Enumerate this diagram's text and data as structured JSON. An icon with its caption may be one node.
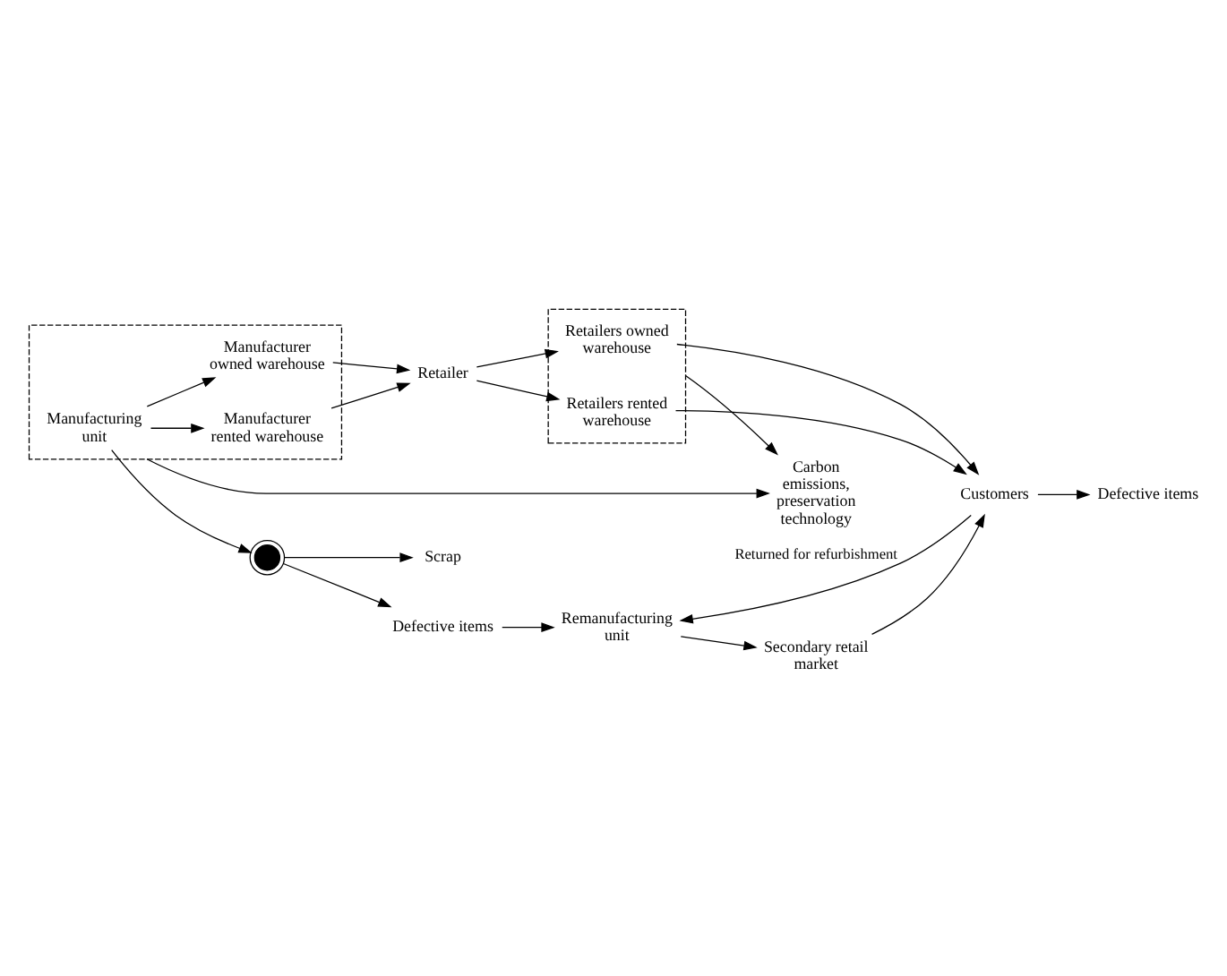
{
  "diagram": {
    "nodes": [
      {
        "text": [],
        "shape": "box"
      },
      {
        "text": [
          "Manufacturing unit"
        ],
        "in": 0
      },
      {
        "text": [
          "Manufacturer owned warehouse"
        ],
        "in": 0
      },
      {
        "text": [
          "Manufacturer rented warehouse"
        ],
        "in": 0
      },
      {
        "text": [],
        "shape": "picture"
      },
      {
        "text": [
          "Defective items"
        ]
      },
      {
        "text": [
          "Scrap"
        ]
      },
      {
        "text": [
          "Carbon emissions, preservation technology"
        ]
      },
      {
        "text": [
          "Retailer"
        ]
      },
      {
        "text": [],
        "shape": "box"
      },
      {
        "text": [
          "Retailers owned warehouse"
        ],
        "in": 9
      },
      {
        "text": [
          "Retailers rented warehouse"
        ],
        "in": 9
      },
      {
        "text": [
          "Customers"
        ]
      },
      {
        "text": [
          "Defective items"
        ]
      },
      {
        "text": [
          "Remanufacturing unit"
        ]
      },
      {
        "text": [
          "Secondary retail market"
        ]
      }
    ],
    "edges": [
      {
        "from": 1,
        "to": 4,
        "arrow": "to"
      },
      {
        "from": 4,
        "to": 5,
        "arrow": "to"
      },
      {
        "from": 4,
        "to": 6,
        "arrow": "to"
      },
      {
        "from": 1,
        "to": 2,
        "arrow": "to"
      },
      {
        "from": 1,
        "to": 3,
        "arrow": "to"
      },
      {
        "from": 2,
        "to": 8,
        "arrow": "to"
      },
      {
        "from": 3,
        "to": 8,
        "arrow": "to"
      },
      {
        "from": 0,
        "to": 7,
        "arrow": "to"
      },
      {
        "from": 9,
        "to": 7,
        "arrow": "to"
      },
      {
        "from": 8,
        "to": 10,
        "arrow": "to"
      },
      {
        "from": 8,
        "to": 11,
        "arrow": "to"
      },
      {
        "from": 10,
        "to": 12,
        "arrow": "to"
      },
      {
        "from": 11,
        "to": 12,
        "arrow": "to"
      },
      {
        "from": 12,
        "to": 13,
        "arrow": "to"
      },
      {
        "from": 12,
        "to": 14,
        "label": "Returned for refurbishment",
        "arrow": "to"
      },
      {
        "from": 5,
        "to": 14,
        "arrow": "to"
      },
      {
        "from": 14,
        "to": 15,
        "arrow": "to"
      },
      {
        "from": 15,
        "to": 12,
        "arrow": "to"
      }
    ]
  }
}
